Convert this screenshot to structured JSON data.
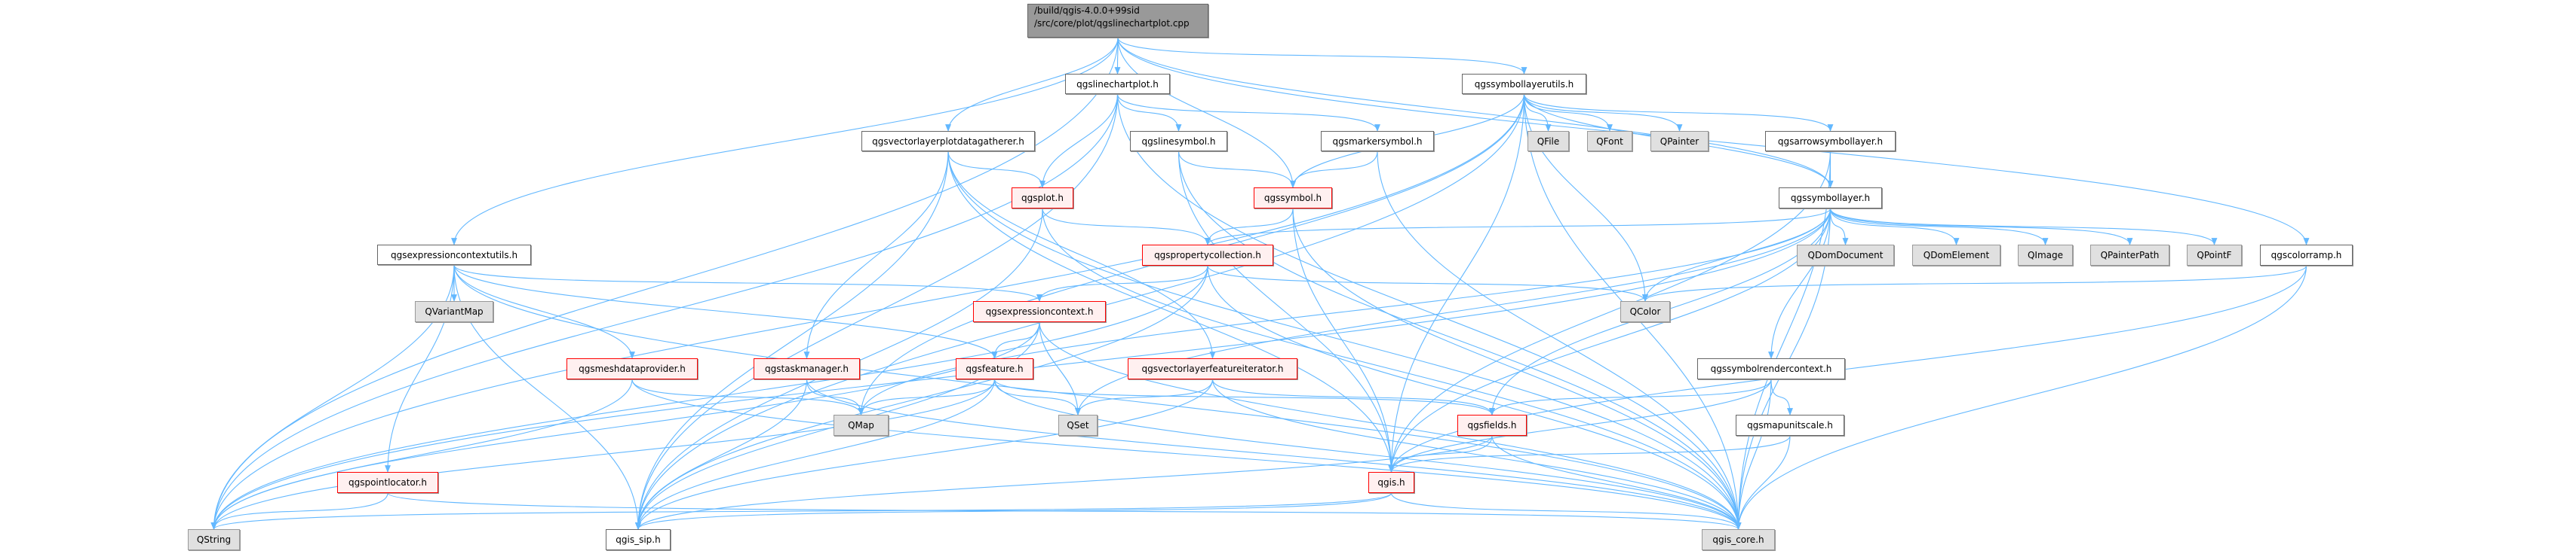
{
  "colors": {
    "edge": "#63b8ff",
    "root_fill": "#999999",
    "red_border": "#ff0000",
    "red_fill": "#fff0f0",
    "gray_fill": "#e0e0e0"
  },
  "root": {
    "line1": "/build/qgis-4.0.0+99sid",
    "line2": "/src/core/plot/qgslinechartplot.cpp"
  },
  "nodes": {
    "qgslinechartplot": {
      "label": "qgslinechartplot.h",
      "kind": "normal"
    },
    "qgssymbollayerutils": {
      "label": "qgssymbollayerutils.h",
      "kind": "normal"
    },
    "qgsvectorlayerplotdatagatherer": {
      "label": "qgsvectorlayerplotdatagatherer.h",
      "kind": "normal"
    },
    "qgslinesymbol": {
      "label": "qgslinesymbol.h",
      "kind": "normal"
    },
    "qgsmarkersymbol": {
      "label": "qgsmarkersymbol.h",
      "kind": "normal"
    },
    "QFile": {
      "label": "QFile",
      "kind": "gray"
    },
    "QFont": {
      "label": "QFont",
      "kind": "gray"
    },
    "QPainter": {
      "label": "QPainter",
      "kind": "gray"
    },
    "qgsarrowsymbollayer": {
      "label": "qgsarrowsymbollayer.h",
      "kind": "normal"
    },
    "qgsplot": {
      "label": "qgsplot.h",
      "kind": "red"
    },
    "qgssymbol": {
      "label": "qgssymbol.h",
      "kind": "red"
    },
    "qgssymbollayer": {
      "label": "qgssymbollayer.h",
      "kind": "normal"
    },
    "qgsexpressioncontextutils": {
      "label": "qgsexpressioncontextutils.h",
      "kind": "normal"
    },
    "qgspropertycollection": {
      "label": "qgspropertycollection.h",
      "kind": "red"
    },
    "QDomDocument": {
      "label": "QDomDocument",
      "kind": "gray"
    },
    "QDomElement": {
      "label": "QDomElement",
      "kind": "gray"
    },
    "QImage": {
      "label": "QImage",
      "kind": "gray"
    },
    "QPainterPath": {
      "label": "QPainterPath",
      "kind": "gray"
    },
    "QPointF": {
      "label": "QPointF",
      "kind": "gray"
    },
    "qgscolorramp": {
      "label": "qgscolorramp.h",
      "kind": "normal"
    },
    "QVariantMap": {
      "label": "QVariantMap",
      "kind": "gray"
    },
    "qgsexpressioncontext": {
      "label": "qgsexpressioncontext.h",
      "kind": "red"
    },
    "QColor": {
      "label": "QColor",
      "kind": "gray"
    },
    "qgsmeshdataprovider": {
      "label": "qgsmeshdataprovider.h",
      "kind": "red"
    },
    "qgstaskmanager": {
      "label": "qgstaskmanager.h",
      "kind": "red"
    },
    "qgsfeature": {
      "label": "qgsfeature.h",
      "kind": "red"
    },
    "qgsvectorlayerfeatureiterator": {
      "label": "qgsvectorlayerfeatureiterator.h",
      "kind": "red"
    },
    "qgssymbolrendercontext": {
      "label": "qgssymbolrendercontext.h",
      "kind": "normal"
    },
    "QMap": {
      "label": "QMap",
      "kind": "gray"
    },
    "QSet": {
      "label": "QSet",
      "kind": "gray"
    },
    "qgsfields": {
      "label": "qgsfields.h",
      "kind": "red"
    },
    "qgsmapunitscale": {
      "label": "qgsmapunitscale.h",
      "kind": "normal"
    },
    "qgspointlocator": {
      "label": "qgspointlocator.h",
      "kind": "red"
    },
    "qgis": {
      "label": "qgis.h",
      "kind": "red"
    },
    "QString": {
      "label": "QString",
      "kind": "gray"
    },
    "qgis_sip": {
      "label": "qgis_sip.h",
      "kind": "normal"
    },
    "qgis_core": {
      "label": "qgis_core.h",
      "kind": "gray"
    }
  },
  "edges": [
    [
      "root",
      "qgslinechartplot"
    ],
    [
      "root",
      "qgssymbollayerutils"
    ],
    [
      "root",
      "qgsvectorlayerplotdatagatherer"
    ],
    [
      "root",
      "qgssymbol"
    ],
    [
      "root",
      "qgssymbollayer"
    ],
    [
      "root",
      "qgsexpressioncontextutils"
    ],
    [
      "root",
      "qgscolorramp"
    ],
    [
      "root",
      "QString"
    ],
    [
      "qgslinechartplot",
      "qgsplot"
    ],
    [
      "qgslinechartplot",
      "qgslinesymbol"
    ],
    [
      "qgslinechartplot",
      "qgsmarkersymbol"
    ],
    [
      "qgslinechartplot",
      "qgis_core"
    ],
    [
      "qgslinechartplot",
      "qgis_sip"
    ],
    [
      "qgslinechartplot",
      "QString"
    ],
    [
      "qgssymbollayerutils",
      "QFile"
    ],
    [
      "qgssymbollayerutils",
      "QFont"
    ],
    [
      "qgssymbollayerutils",
      "QPainter"
    ],
    [
      "qgssymbollayerutils",
      "qgsarrowsymbollayer"
    ],
    [
      "qgssymbollayerutils",
      "qgssymbol"
    ],
    [
      "qgssymbollayerutils",
      "qgis"
    ],
    [
      "qgssymbollayerutils",
      "QColor"
    ],
    [
      "qgssymbollayerutils",
      "qgis_core"
    ],
    [
      "qgssymbollayerutils",
      "qgssymbollayer"
    ],
    [
      "qgssymbollayerutils",
      "qgis_sip"
    ],
    [
      "qgssymbollayerutils",
      "QString"
    ],
    [
      "qgssymbollayerutils",
      "QMap"
    ],
    [
      "qgsvectorlayerplotdatagatherer",
      "qgsplot"
    ],
    [
      "qgsvectorlayerplotdatagatherer",
      "qgstaskmanager"
    ],
    [
      "qgsvectorlayerplotdatagatherer",
      "qgsvectorlayerfeatureiterator"
    ],
    [
      "qgsvectorlayerplotdatagatherer",
      "qgis"
    ],
    [
      "qgsvectorlayerplotdatagatherer",
      "qgis_core"
    ],
    [
      "qgsvectorlayerplotdatagatherer",
      "qgis_sip"
    ],
    [
      "qgslinesymbol",
      "qgssymbol"
    ],
    [
      "qgslinesymbol",
      "qgis"
    ],
    [
      "qgslinesymbol",
      "qgis_core"
    ],
    [
      "qgsmarkersymbol",
      "qgssymbol"
    ],
    [
      "qgsmarkersymbol",
      "qgis_core"
    ],
    [
      "qgsarrowsymbollayer",
      "qgssymbollayer"
    ],
    [
      "qgsarrowsymbollayer",
      "qgis"
    ],
    [
      "qgsarrowsymbollayer",
      "qgis_core"
    ],
    [
      "qgssymbollayer",
      "QDomDocument"
    ],
    [
      "qgssymbollayer",
      "QDomElement"
    ],
    [
      "qgssymbollayer",
      "QImage"
    ],
    [
      "qgssymbollayer",
      "QPainterPath"
    ],
    [
      "qgssymbollayer",
      "QPointF"
    ],
    [
      "qgssymbollayer",
      "qgspropertycollection"
    ],
    [
      "qgssymbollayer",
      "QColor"
    ],
    [
      "qgssymbollayer",
      "qgssymbolrendercontext"
    ],
    [
      "qgssymbollayer",
      "qgsfields"
    ],
    [
      "qgssymbollayer",
      "qgis"
    ],
    [
      "qgssymbollayer",
      "QSet"
    ],
    [
      "qgssymbollayer",
      "QMap"
    ],
    [
      "qgssymbollayer",
      "qgis_core"
    ],
    [
      "qgssymbollayer",
      "QString"
    ],
    [
      "qgsplot",
      "qgspropertycollection"
    ],
    [
      "qgsplot",
      "qgis_sip"
    ],
    [
      "qgsplot",
      "qgis_core"
    ],
    [
      "qgssymbol",
      "qgspropertycollection"
    ],
    [
      "qgssymbol",
      "qgis"
    ],
    [
      "qgssymbol",
      "qgis_core"
    ],
    [
      "qgspropertycollection",
      "qgsexpressioncontext"
    ],
    [
      "qgspropertycollection",
      "QColor"
    ],
    [
      "qgspropertycollection",
      "qgis_core"
    ],
    [
      "qgspropertycollection",
      "qgis_sip"
    ],
    [
      "qgspropertycollection",
      "QString"
    ],
    [
      "qgsexpressioncontextutils",
      "QVariantMap"
    ],
    [
      "qgsexpressioncontextutils",
      "qgsmeshdataprovider"
    ],
    [
      "qgsexpressioncontextutils",
      "qgspointlocator"
    ],
    [
      "qgsexpressioncontextutils",
      "qgsexpressioncontext"
    ],
    [
      "qgsexpressioncontextutils",
      "qgsfeature"
    ],
    [
      "qgsexpressioncontextutils",
      "QString"
    ],
    [
      "qgsexpressioncontextutils",
      "qgis_sip"
    ],
    [
      "qgsexpressioncontextutils",
      "qgis_core"
    ],
    [
      "qgsexpressioncontext",
      "qgsfeature"
    ],
    [
      "qgsexpressioncontext",
      "QSet"
    ],
    [
      "qgsexpressioncontext",
      "qgis_sip"
    ],
    [
      "qgsexpressioncontext",
      "QString"
    ],
    [
      "qgsexpressioncontext",
      "qgis_core"
    ],
    [
      "qgsfeature",
      "QMap"
    ],
    [
      "qgsfeature",
      "QSet"
    ],
    [
      "qgsfeature",
      "qgsfields"
    ],
    [
      "qgsfeature",
      "qgis_sip"
    ],
    [
      "qgsfeature",
      "QString"
    ],
    [
      "qgsfeature",
      "qgis_core"
    ],
    [
      "qgsvectorlayerfeatureiterator",
      "QSet"
    ],
    [
      "qgsvectorlayerfeatureiterator",
      "qgsfields"
    ],
    [
      "qgsvectorlayerfeatureiterator",
      "qgis_sip"
    ],
    [
      "qgsvectorlayerfeatureiterator",
      "qgis_core"
    ],
    [
      "qgsmeshdataprovider",
      "QMap"
    ],
    [
      "qgsmeshdataprovider",
      "QString"
    ],
    [
      "qgsmeshdataprovider",
      "qgis_core"
    ],
    [
      "qgstaskmanager",
      "QMap"
    ],
    [
      "qgstaskmanager",
      "qgis_sip"
    ],
    [
      "qgstaskmanager",
      "qgis_core"
    ],
    [
      "qgspointlocator",
      "QString"
    ],
    [
      "qgspointlocator",
      "qgis_core"
    ],
    [
      "qgsfields",
      "qgis"
    ],
    [
      "qgsfields",
      "qgis_sip"
    ],
    [
      "qgsfields",
      "qgis_core"
    ],
    [
      "qgis",
      "qgis_sip"
    ],
    [
      "qgis",
      "qgis_core"
    ],
    [
      "qgis",
      "QString"
    ],
    [
      "qgssymbolrendercontext",
      "qgsmapunitscale"
    ],
    [
      "qgssymbolrendercontext",
      "qgsfields"
    ],
    [
      "qgssymbolrendercontext",
      "qgis"
    ],
    [
      "qgssymbolrendercontext",
      "qgis_core"
    ],
    [
      "qgsmapunitscale",
      "qgis"
    ],
    [
      "qgsmapunitscale",
      "qgis_core"
    ],
    [
      "qgscolorramp",
      "QColor"
    ],
    [
      "qgscolorramp",
      "qgis"
    ],
    [
      "qgscolorramp",
      "qgis_core"
    ]
  ]
}
